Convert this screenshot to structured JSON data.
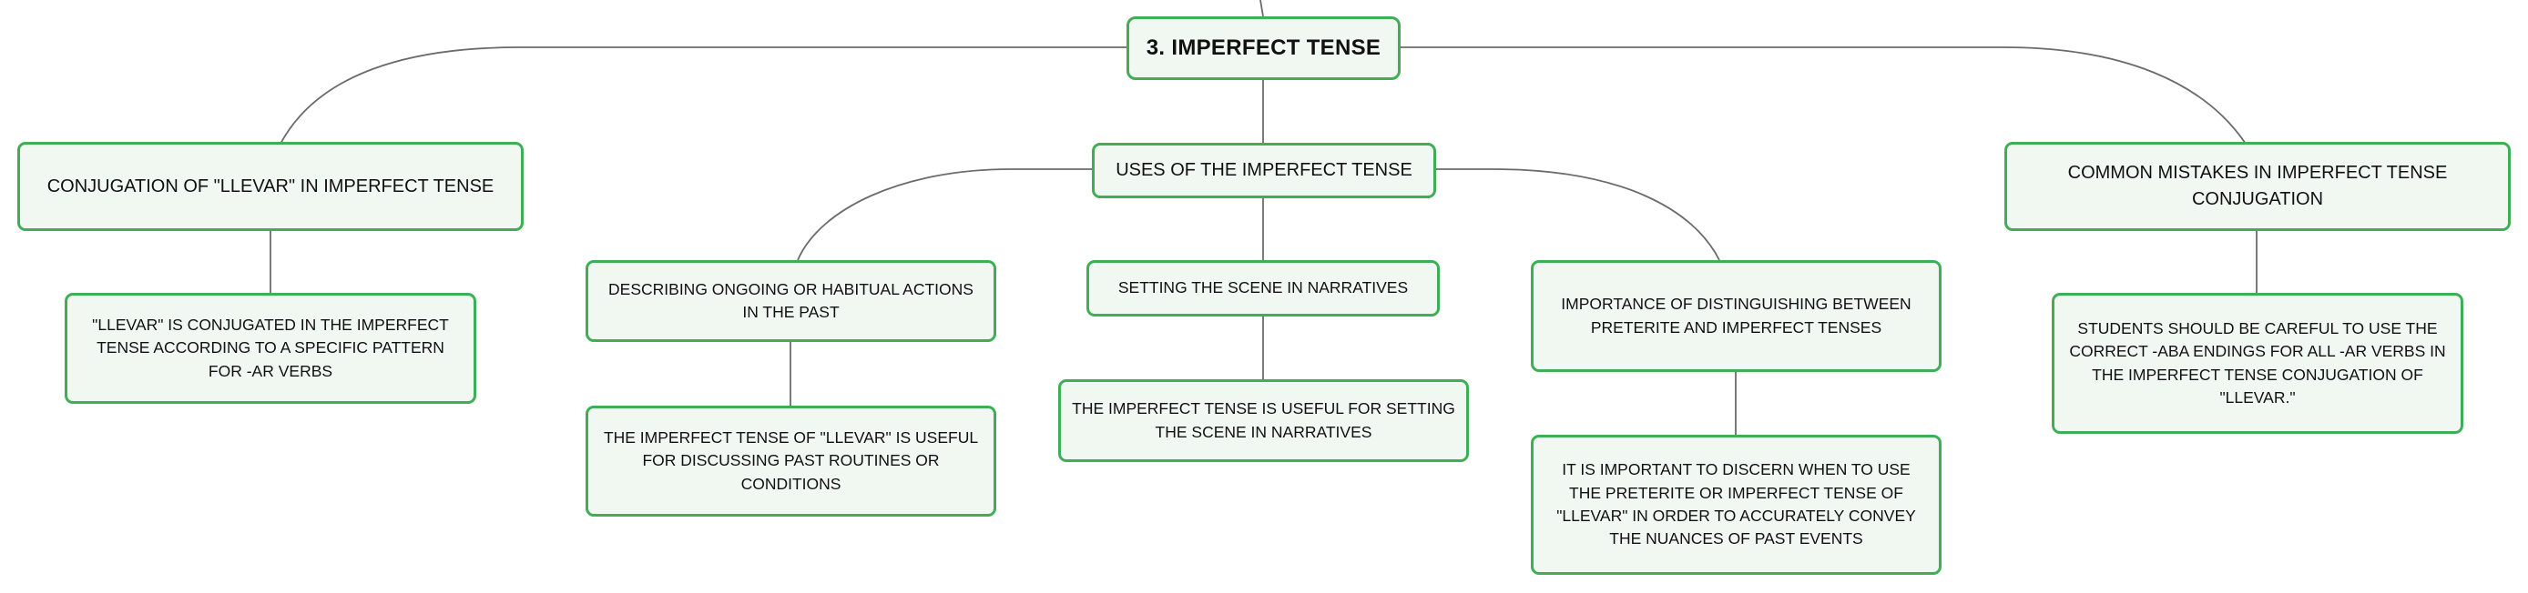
{
  "colors": {
    "node_border": "#3fae56",
    "node_fill": "#f1f8f2",
    "connector": "#6b6b6b",
    "text": "#111111"
  },
  "root": {
    "label": "3. IMPERFECT TENSE"
  },
  "branches": {
    "conjugation": {
      "label": "CONJUGATION OF \"LLEVAR\" IN IMPERFECT TENSE",
      "detail": "\"LLEVAR\" IS CONJUGATED IN THE IMPERFECT TENSE ACCORDING TO A SPECIFIC PATTERN FOR -AR VERBS"
    },
    "uses": {
      "label": "USES OF THE IMPERFECT TENSE",
      "children": [
        {
          "label": "DESCRIBING ONGOING OR HABITUAL ACTIONS IN THE PAST",
          "detail": "THE IMPERFECT TENSE OF \"LLEVAR\" IS USEFUL FOR DISCUSSING PAST ROUTINES OR CONDITIONS"
        },
        {
          "label": "SETTING THE SCENE IN NARRATIVES",
          "detail": "THE IMPERFECT TENSE IS USEFUL FOR SETTING THE SCENE IN NARRATIVES"
        },
        {
          "label": "IMPORTANCE OF DISTINGUISHING BETWEEN PRETERITE AND IMPERFECT TENSES",
          "detail": "IT IS IMPORTANT TO DISCERN WHEN TO USE THE PRETERITE OR IMPERFECT TENSE OF \"LLEVAR\" IN ORDER TO ACCURATELY CONVEY THE NUANCES OF PAST EVENTS"
        }
      ]
    },
    "mistakes": {
      "label": "COMMON MISTAKES IN IMPERFECT TENSE CONJUGATION",
      "detail": "STUDENTS SHOULD BE CAREFUL TO USE THE CORRECT -ABA ENDINGS FOR ALL -AR VERBS IN THE IMPERFECT TENSE CONJUGATION OF \"LLEVAR.\""
    }
  }
}
